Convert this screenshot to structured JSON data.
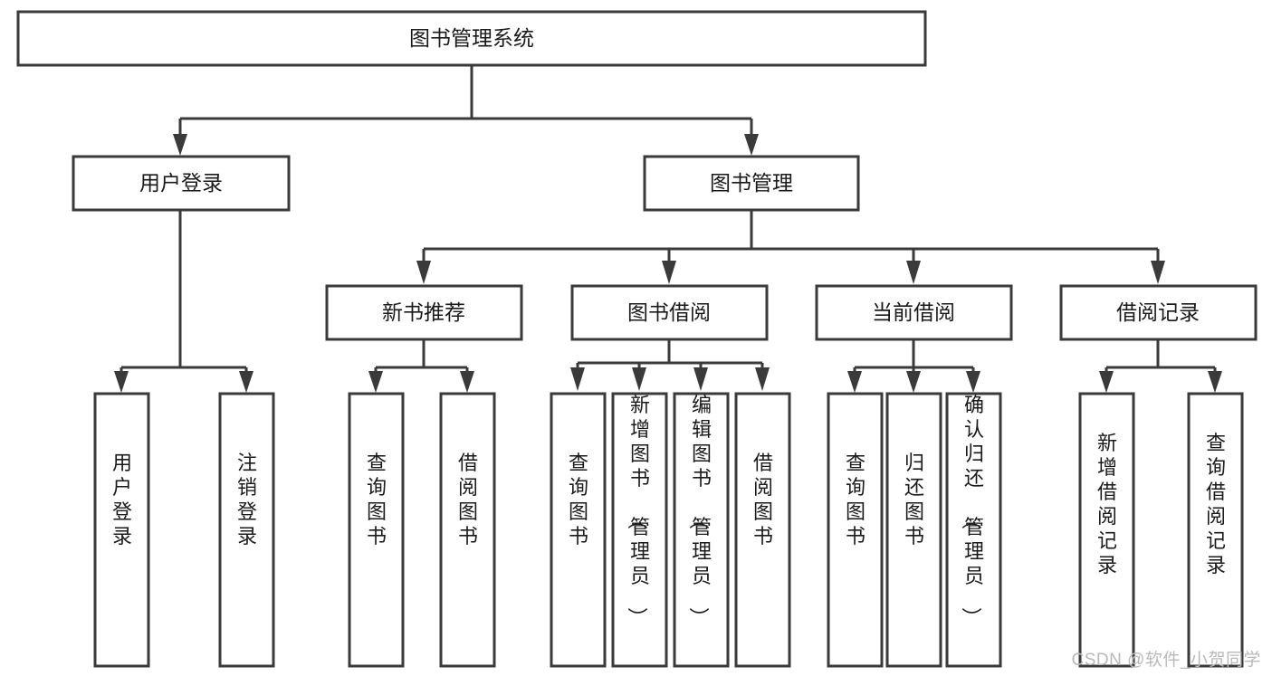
{
  "diagram": {
    "type": "tree",
    "title": "图书管理系统",
    "orientation": "top-down",
    "style": {
      "box_fill": "#ffffff",
      "box_stroke": "#3a3a3a",
      "text_color": "#1a1a1a",
      "background": "#ffffff"
    },
    "levels": {
      "root": "图书管理系统",
      "level2": [
        "用户登录",
        "图书管理"
      ],
      "level3": [
        "新书推荐",
        "图书借阅",
        "当前借阅",
        "借阅记录"
      ],
      "level4": [
        "用户登录",
        "注销登录",
        "查询图书",
        "借阅图书",
        "查询图书",
        "新增图书（管理员）",
        "编辑图书（管理员）",
        "借阅图书",
        "查询图书",
        "归还图书",
        "确认归还（管理员）",
        "新增借阅记录",
        "查询借阅记录"
      ]
    },
    "nodes": [
      {
        "id": "root",
        "label": "图书管理系统",
        "level": 1,
        "orientation": "horizontal"
      },
      {
        "id": "login",
        "label": "用户登录",
        "level": 2,
        "orientation": "horizontal",
        "parent": "root"
      },
      {
        "id": "bookmgmt",
        "label": "图书管理",
        "level": 2,
        "orientation": "horizontal",
        "parent": "root"
      },
      {
        "id": "newbook",
        "label": "新书推荐",
        "level": 3,
        "orientation": "horizontal",
        "parent": "bookmgmt"
      },
      {
        "id": "borrow",
        "label": "图书借阅",
        "level": 3,
        "orientation": "horizontal",
        "parent": "bookmgmt"
      },
      {
        "id": "current",
        "label": "当前借阅",
        "level": 3,
        "orientation": "horizontal",
        "parent": "bookmgmt"
      },
      {
        "id": "records",
        "label": "借阅记录",
        "level": 3,
        "orientation": "horizontal",
        "parent": "bookmgmt"
      },
      {
        "id": "leaf-user-login",
        "label": "用户登录",
        "level": 4,
        "orientation": "vertical",
        "parent": "login"
      },
      {
        "id": "leaf-logout",
        "label": "注销登录",
        "level": 4,
        "orientation": "vertical",
        "parent": "login"
      },
      {
        "id": "leaf-query-book-1",
        "label": "查询图书",
        "level": 4,
        "orientation": "vertical",
        "parent": "newbook"
      },
      {
        "id": "leaf-borrow-book-1",
        "label": "借阅图书",
        "level": 4,
        "orientation": "vertical",
        "parent": "newbook"
      },
      {
        "id": "leaf-query-book-2",
        "label": "查询图书",
        "level": 4,
        "orientation": "vertical",
        "parent": "borrow"
      },
      {
        "id": "leaf-add-book",
        "label": "新增图书（管理员）",
        "level": 4,
        "orientation": "vertical",
        "parent": "borrow"
      },
      {
        "id": "leaf-edit-book",
        "label": "编辑图书（管理员）",
        "level": 4,
        "orientation": "vertical",
        "parent": "borrow"
      },
      {
        "id": "leaf-borrow-book-2",
        "label": "借阅图书",
        "level": 4,
        "orientation": "vertical",
        "parent": "borrow"
      },
      {
        "id": "leaf-query-book-3",
        "label": "查询图书",
        "level": 4,
        "orientation": "vertical",
        "parent": "current"
      },
      {
        "id": "leaf-return-book",
        "label": "归还图书",
        "level": 4,
        "orientation": "vertical",
        "parent": "current"
      },
      {
        "id": "leaf-confirm-return",
        "label": "确认归还（管理员）",
        "level": 4,
        "orientation": "vertical",
        "parent": "current"
      },
      {
        "id": "leaf-add-record",
        "label": "新增借阅记录",
        "level": 4,
        "orientation": "vertical",
        "parent": "records"
      },
      {
        "id": "leaf-query-record",
        "label": "查询借阅记录",
        "level": 4,
        "orientation": "vertical",
        "parent": "records"
      }
    ]
  },
  "watermark": {
    "text": "CSDN @软件_小贺同学"
  }
}
